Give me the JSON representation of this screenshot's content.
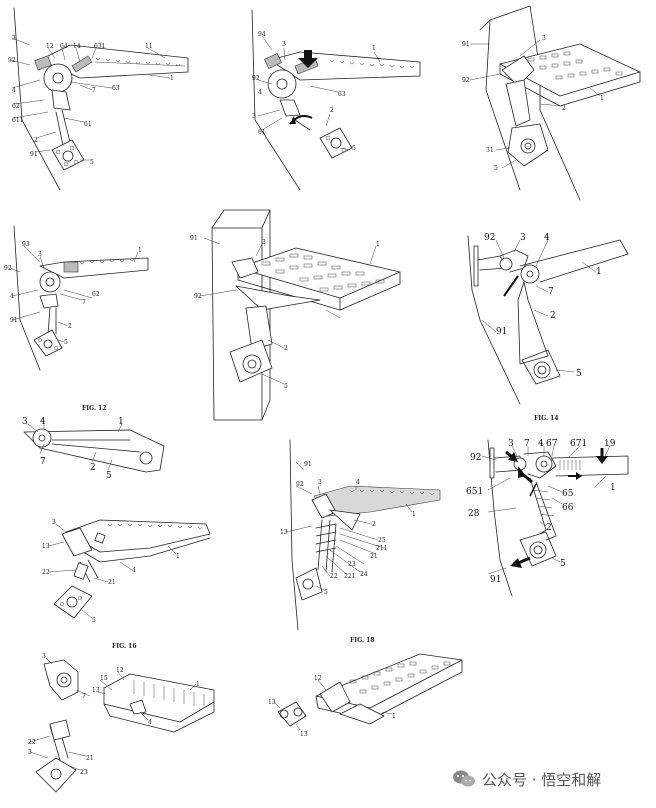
{
  "captions": {
    "fig12": "FIG. 12",
    "fig14": "FIG. 14",
    "fig16": "FIG. 16",
    "fig18": "FIG. 18"
  },
  "labels": {
    "p1": [
      "3",
      "12",
      "64",
      "14",
      "631",
      "11",
      "92",
      "1",
      "4",
      "7",
      "63",
      "62",
      "611",
      "61",
      "2",
      "91",
      "5"
    ],
    "p2": [
      "94",
      "3",
      "1",
      "92",
      "4",
      "63",
      "3",
      "61",
      "2",
      "5"
    ],
    "p3": [
      "91",
      "3",
      "92",
      "1",
      "2",
      "31",
      "5"
    ],
    "p4": [
      "93",
      "3",
      "1",
      "92",
      "4",
      "62",
      "7",
      "91",
      "2",
      "5"
    ],
    "p5": [
      "91",
      "3",
      "92",
      "1",
      "2",
      "5"
    ],
    "p6": [
      "92",
      "3",
      "4",
      "1",
      "7",
      "91",
      "2",
      "5"
    ],
    "p7": [
      "3",
      "4",
      "1",
      "7",
      "2",
      "5"
    ],
    "p8": [
      "3",
      "13",
      "1",
      "4",
      "22",
      "21",
      "5"
    ],
    "p9": [
      "91",
      "92",
      "3",
      "4",
      "1",
      "13",
      "2",
      "25",
      "211",
      "21",
      "23",
      "24",
      "22",
      "221",
      "5"
    ],
    "p10": [
      "92",
      "3",
      "7",
      "4",
      "67",
      "671",
      "19",
      "651",
      "65",
      "66",
      "1",
      "28",
      "2",
      "91",
      "5"
    ],
    "p11": [
      "3",
      "15",
      "12",
      "1",
      "13",
      "7",
      "4",
      "22",
      "3",
      "21",
      "23"
    ],
    "p12": [
      "12",
      "13",
      "1",
      "13"
    ]
  },
  "watermark": {
    "text": "公众号 · 悟空和解",
    "icon": "wechat-icon"
  }
}
